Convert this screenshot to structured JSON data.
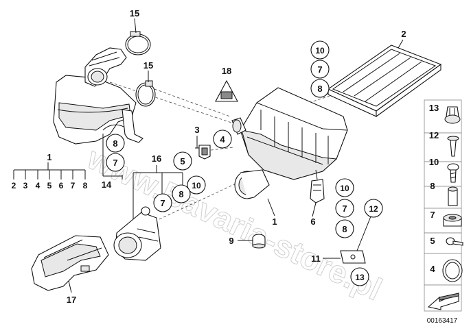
{
  "diagram": {
    "watermark": "www.Bavaria-store.pl",
    "catalog_number": "00163417",
    "callouts": {
      "c1_upper": "1",
      "c1_lower": "1",
      "c2": "2",
      "c3": "3",
      "c4": "4",
      "c5": "5",
      "c6": "6",
      "c7_a": "7",
      "c7_b": "7",
      "c7_c": "7",
      "c7_d": "7",
      "c8_a": "8",
      "c8_b": "8",
      "c8_c": "8",
      "c8_d": "8",
      "c9": "9",
      "c10_a": "10",
      "c10_b": "10",
      "c10_c": "10",
      "c11": "11",
      "c12": "12",
      "c13": "13",
      "c14": "14",
      "c15_top": "15",
      "c15_mid": "15",
      "c16": "16",
      "c17": "17",
      "c18": "18"
    },
    "group_row": [
      "2",
      "3",
      "4",
      "5",
      "6",
      "7",
      "8"
    ],
    "legend": [
      "13",
      "12",
      "10",
      "8",
      "7",
      "5",
      "4"
    ]
  }
}
